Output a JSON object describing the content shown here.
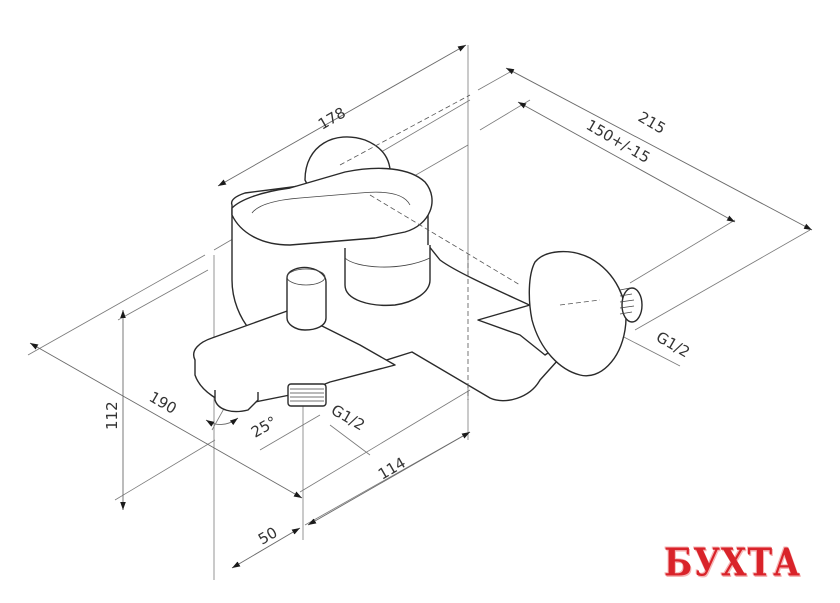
{
  "diagram": {
    "subject": "wall-mounted bath mixer, isometric view",
    "dimensions": {
      "overall_height": "178",
      "depth_total": "215",
      "inlet_spacing": "150+/-15",
      "spout_length": "190",
      "height_from_outlet": "112",
      "spout_angle": "25°",
      "bottom_outlet_thread": "G1/2",
      "wall_inlet_thread": "G1/2",
      "outlet_offset": "114",
      "outlet_to_spout": "50"
    }
  },
  "watermark": {
    "text": "БУХТА",
    "color": "#d9232a"
  },
  "colors": {
    "line": "#2a2a2a",
    "dimension_line": "#6a6a6a",
    "background": "#ffffff"
  }
}
